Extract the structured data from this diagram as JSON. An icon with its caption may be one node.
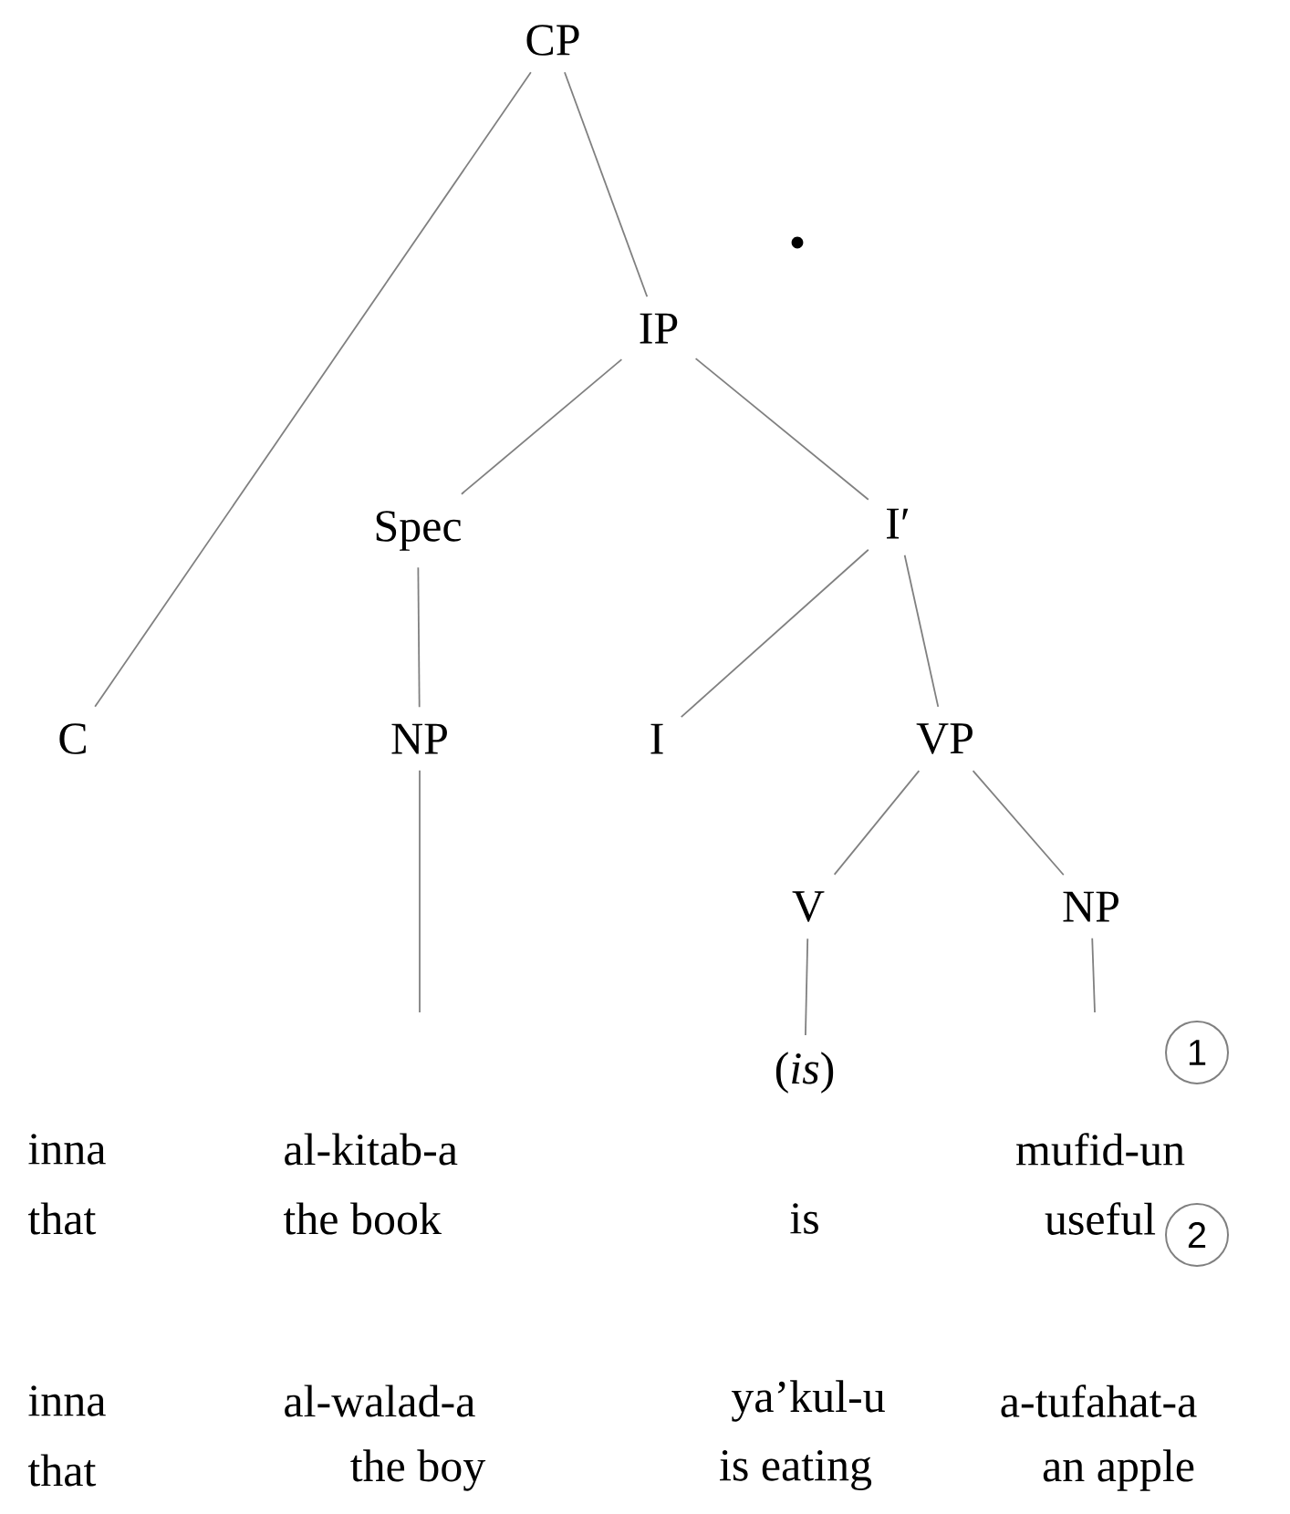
{
  "diagram": {
    "nodes": [
      {
        "text": [
          "CP"
        ]
      },
      {
        "text": [
          "C"
        ]
      },
      {
        "text": [
          "IP"
        ]
      },
      {
        "text": [
          "Spec"
        ]
      },
      {
        "text": [
          "I′"
        ]
      },
      {
        "text": [
          "NP"
        ]
      },
      {
        "text": [
          "I"
        ]
      },
      {
        "text": [
          "VP"
        ]
      },
      {
        "text": [
          "V"
        ]
      },
      {
        "text": [
          "NP"
        ]
      },
      {
        "text": [
          "(*is*)"
        ]
      },
      {
        "text": [
          "1"
        ]
      },
      {
        "text": [
          "2"
        ]
      }
    ],
    "edges": [
      {
        "from": 0,
        "to": 1,
        "arrow": "none"
      },
      {
        "from": 0,
        "to": 2,
        "arrow": "none"
      },
      {
        "from": 2,
        "to": 3,
        "arrow": "none"
      },
      {
        "from": 2,
        "to": 4,
        "arrow": "none"
      },
      {
        "from": 3,
        "to": 5,
        "arrow": "none"
      },
      {
        "from": 4,
        "to": 6,
        "arrow": "none"
      },
      {
        "from": 4,
        "to": 7,
        "arrow": "none"
      },
      {
        "from": 7,
        "to": 8,
        "arrow": "none"
      },
      {
        "from": 7,
        "to": 9,
        "arrow": "none"
      },
      {
        "from": 8,
        "to": 10,
        "arrow": "none"
      },
      {
        "from": 5,
        "to": null,
        "arrow": "none"
      },
      {
        "from": 9,
        "to": null,
        "arrow": "none"
      }
    ],
    "labels": [
      "inna",
      "al-kitab-a",
      "mufid-un",
      "that",
      "the book",
      "is",
      "useful",
      "inna",
      "al-walad-a",
      "ya’kul-u",
      "a-tufahat-a",
      "that",
      "the boy",
      "is eating",
      "an apple"
    ]
  }
}
